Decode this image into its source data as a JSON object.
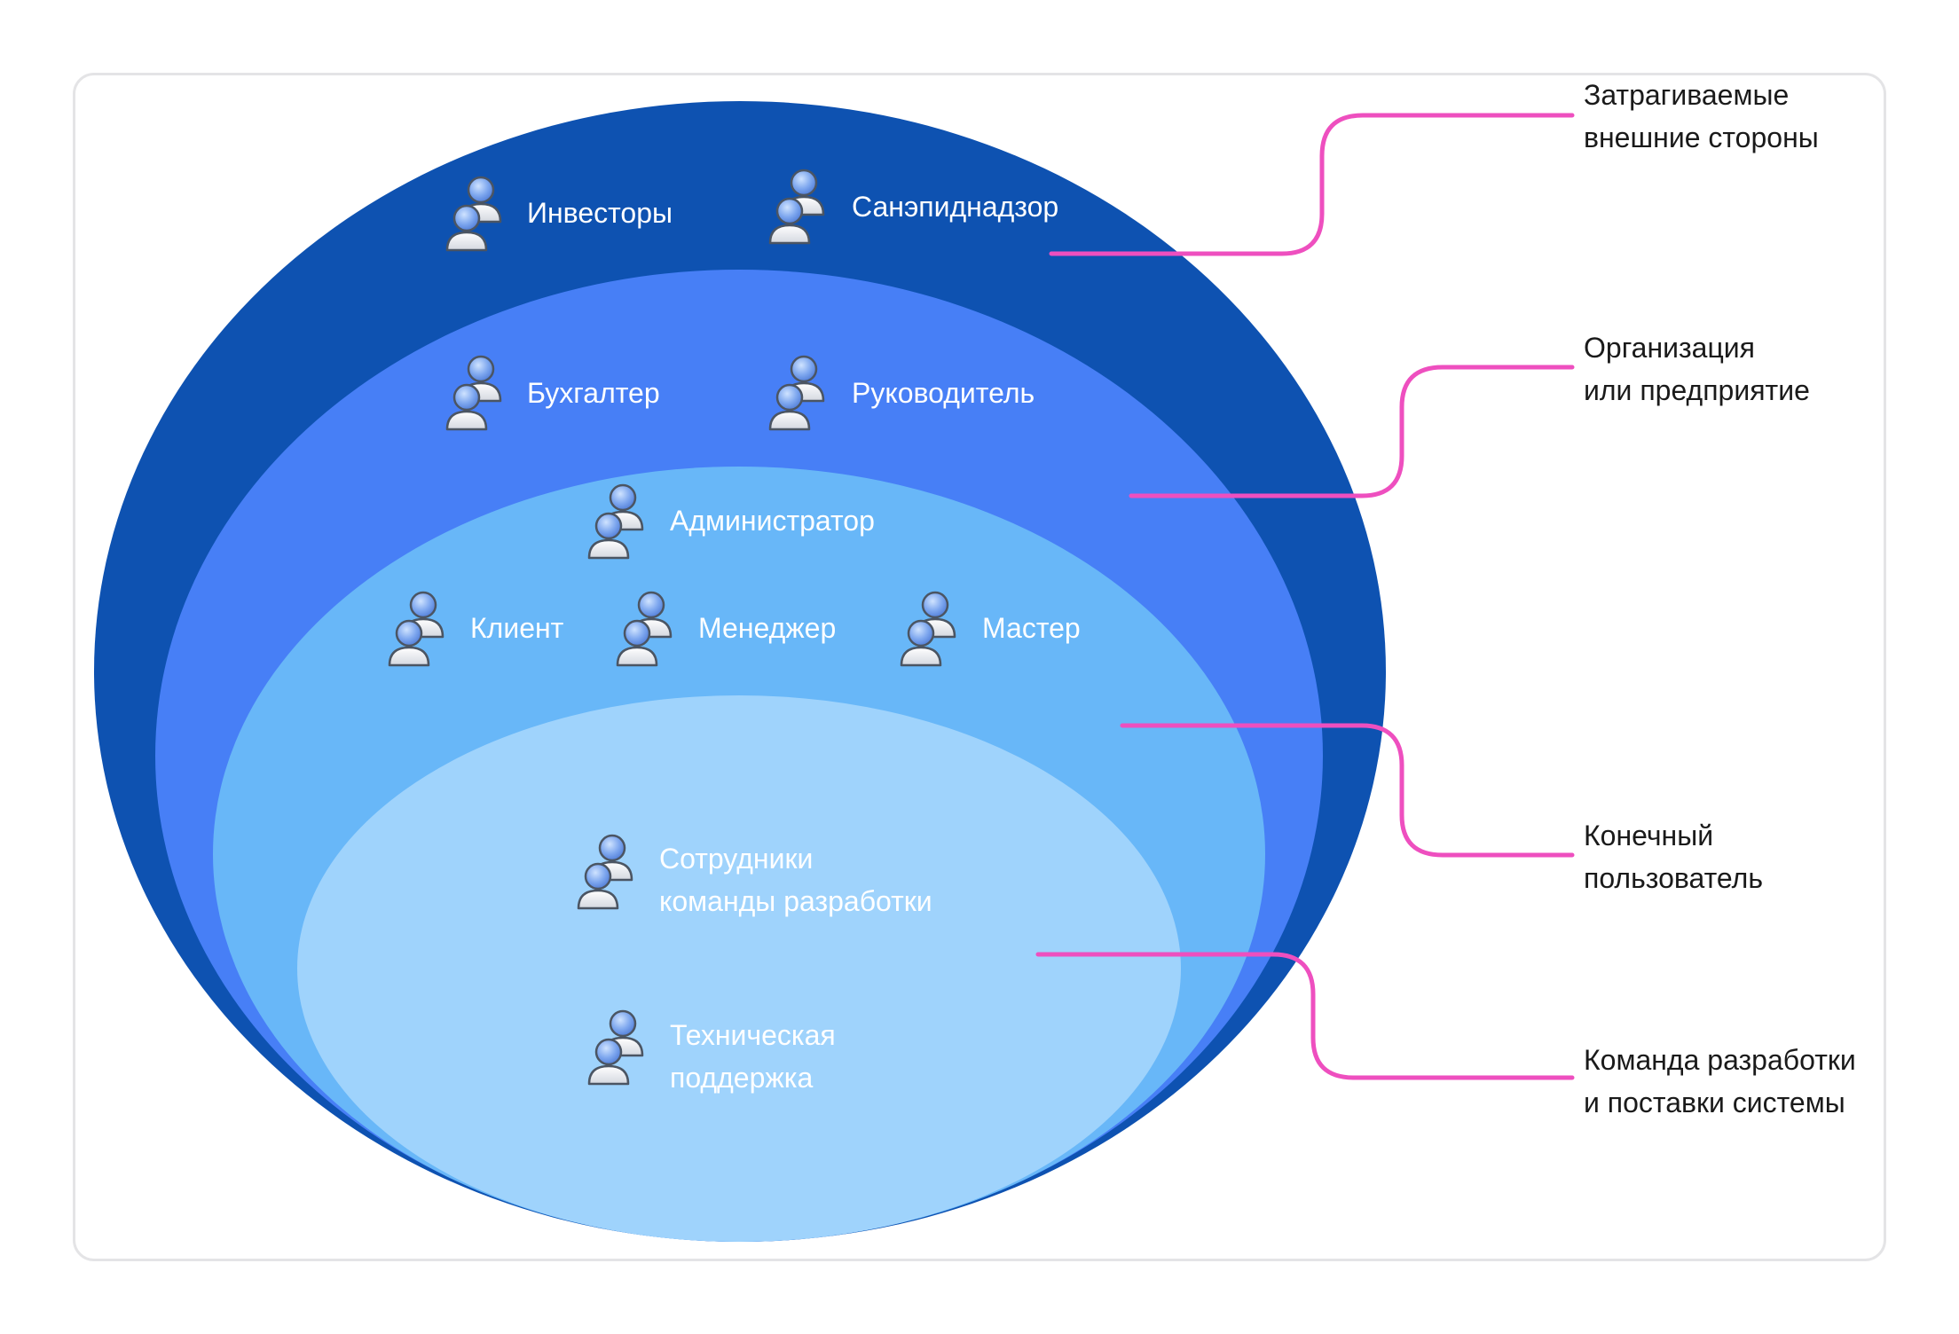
{
  "layers": [
    {
      "id": "external",
      "label_lines": [
        "Затрагиваемые",
        "внешние стороны"
      ],
      "color": "#0e52b1"
    },
    {
      "id": "organization",
      "label_lines": [
        "Организация",
        "или предприятие"
      ],
      "color": "#477ff6"
    },
    {
      "id": "end-user",
      "label_lines": [
        "Конечный",
        "пользователь"
      ],
      "color": "#68b7f8"
    },
    {
      "id": "dev-team",
      "label_lines": [
        "Команда разработки",
        "и поставки системы"
      ],
      "color": "#9fd3fc"
    }
  ],
  "connector_color": "#ee4fbf",
  "stakeholders": [
    {
      "layer": "external",
      "lines": [
        "Инвесторы"
      ]
    },
    {
      "layer": "external",
      "lines": [
        "Санэпиднадзор"
      ]
    },
    {
      "layer": "organization",
      "lines": [
        "Бухгалтер"
      ]
    },
    {
      "layer": "organization",
      "lines": [
        "Руководитель"
      ]
    },
    {
      "layer": "end-user",
      "lines": [
        "Администратор"
      ]
    },
    {
      "layer": "end-user",
      "lines": [
        "Клиент"
      ]
    },
    {
      "layer": "end-user",
      "lines": [
        "Менеджер"
      ]
    },
    {
      "layer": "end-user",
      "lines": [
        "Мастер"
      ]
    },
    {
      "layer": "dev-team",
      "lines": [
        "Сотрудники",
        "команды разработки"
      ]
    },
    {
      "layer": "dev-team",
      "lines": [
        "Техническая",
        "поддержка"
      ]
    }
  ]
}
